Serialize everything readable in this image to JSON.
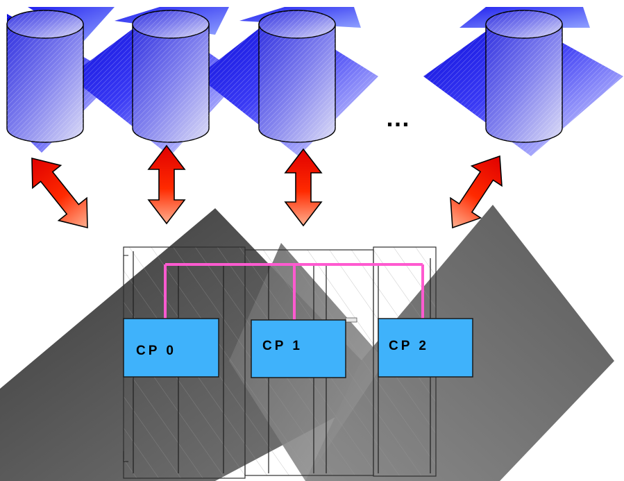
{
  "diagram": {
    "processors": [
      {
        "label": "CP 0"
      },
      {
        "label": "CP 1"
      },
      {
        "label": "CP 2"
      }
    ],
    "disks": [
      {
        "icon": "disk-cylinder-icon"
      },
      {
        "icon": "disk-cylinder-icon"
      },
      {
        "icon": "disk-cylinder-icon"
      },
      {
        "icon": "disk-cylinder-icon"
      }
    ],
    "ellipsis": "…",
    "colors": {
      "disk_gradient_start": "#1010e8",
      "disk_gradient_end": "#ffffff",
      "arrow_fill": "#ff1a00",
      "processor_box": "#3fb2fb",
      "bus_line": "#ff5ad0",
      "mainframe": "#555555"
    }
  }
}
